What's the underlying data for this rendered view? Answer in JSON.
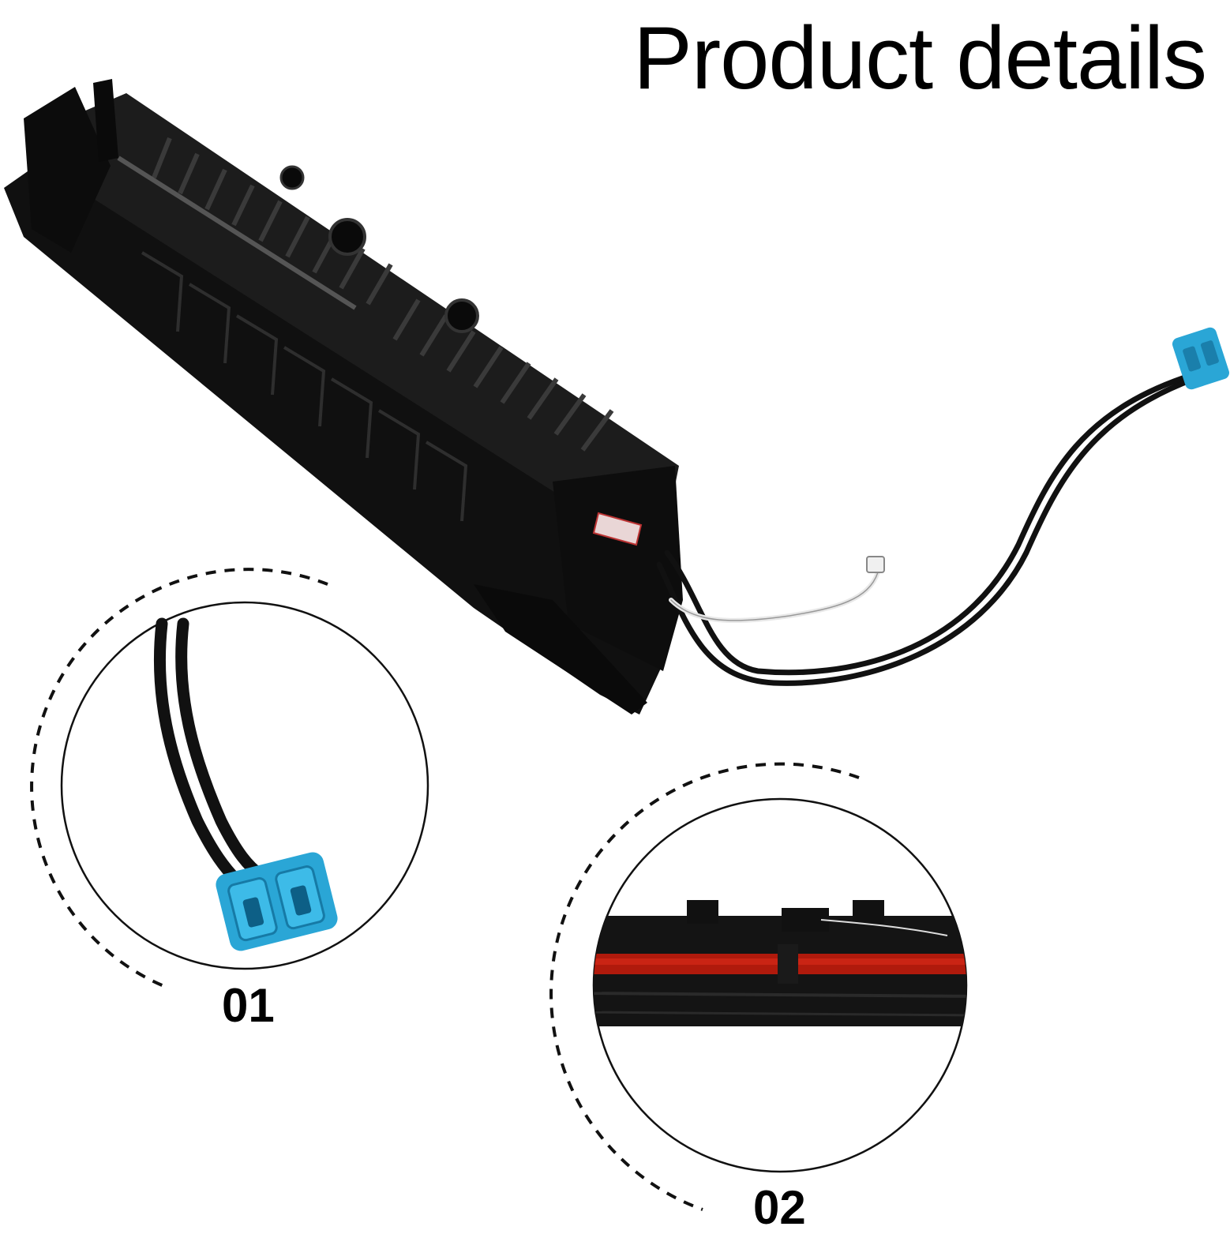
{
  "header": {
    "title": "Product details"
  },
  "callouts": [
    {
      "number": "01",
      "subject": "connector-cable"
    },
    {
      "number": "02",
      "subject": "fuser-roller"
    }
  ],
  "colors": {
    "background": "#ffffff",
    "unit_body": "#141414",
    "connector": "#2aa6d6",
    "roller": "#b01a0c"
  }
}
